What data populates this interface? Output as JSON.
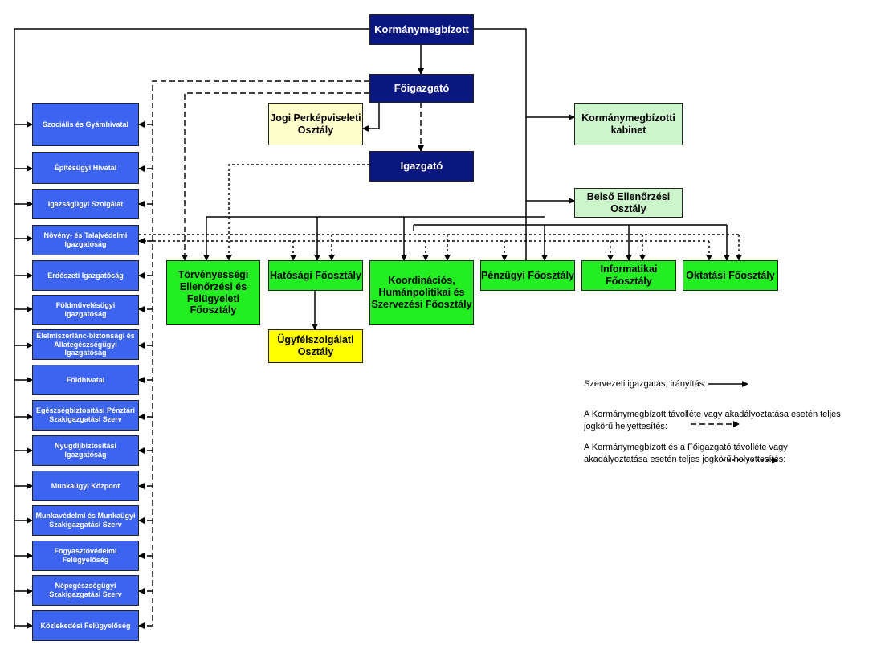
{
  "top": {
    "kormanymegbizott": "Kormánymegbízott",
    "foigazgato": "Főigazgató",
    "igazgato": "Igazgató",
    "jogi": "Jogi Perképviseleti Osztály",
    "kabinet": "Kormánymegbízotti kabinet",
    "belso": "Belső Ellenőrzési Osztály"
  },
  "offices": [
    "Szociális és Gyámhivatal",
    "Építésügyi Hivatal",
    "Igazságügyi Szolgálat",
    "Növény- és Talajvédelmi Igazgatóság",
    "Erdészeti Igazgatóság",
    "Földművelésügyi Igazgatóság",
    "Élelmiszerlánc-biztonsági és Állategészségügyi Igazgatóság",
    "Földhivatal",
    "Egészségbiztosítási Pénztári Szakigazgatási Szerv",
    "Nyugdíjbiztosítási Igazgatóság",
    "Munkaügyi Központ",
    "Munkavédelmi és Munkaügyi Szakigazgatási Szerv",
    "Fogyasztóvédelmi Felügyelőség",
    "Népegészségügyi Szakigazgatási Szerv",
    "Közlekedési Felügyelőség"
  ],
  "departments": [
    "Törvényességi Ellenőrzési és Felügyeleti Főosztály",
    "Hatósági Főosztály",
    "Koordinációs, Humánpolitikai és Szervezési Főosztály",
    "Pénzügyi Főosztály",
    "Informatikai Főosztály",
    "Oktatási Főosztály"
  ],
  "ugyfel": "Ügyfélszolgálati Osztály",
  "legend": {
    "solid": "Szervezeti igazgatás, irányítás:",
    "dashed": "A Kormánymegbízott távolléte vagy akadályoztatása esetén teljes jogkörű helyettesítés:",
    "dotted": "A Kormánymegbízott és a Főigazgató távolléte vagy akadályoztatása esetén teljes jogkörű helyettesítés:"
  },
  "colors": {
    "navy": "#0b1780",
    "office_blue": "#3d64f0",
    "department_green": "#22ee22",
    "light_green": "#ccf5cc",
    "light_yellow": "#ffffcc",
    "yellow": "#ffff00"
  }
}
